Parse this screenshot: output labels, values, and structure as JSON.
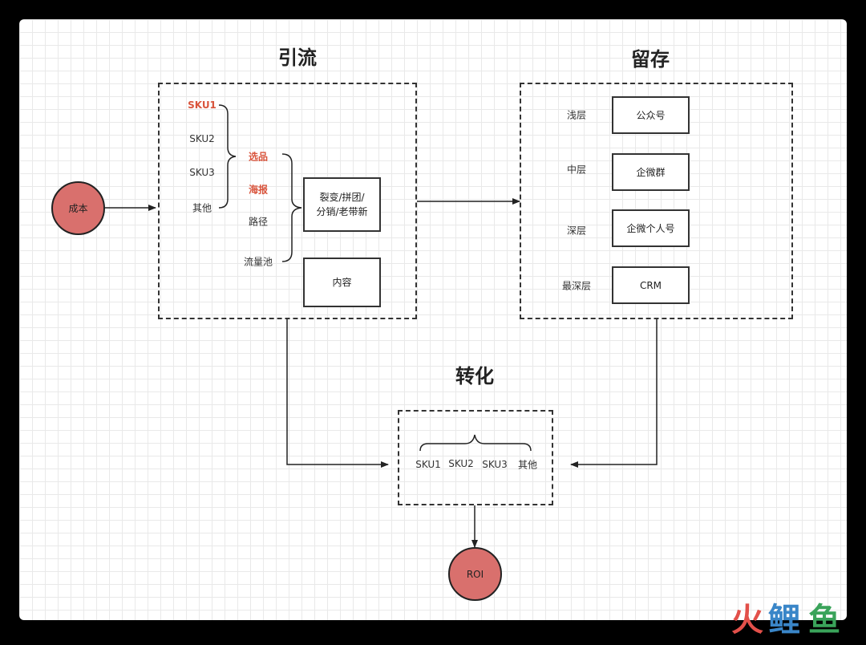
{
  "sections": {
    "yinliu": "引流",
    "liucun": "留存",
    "zhuanhua": "转化"
  },
  "cost_node": "成本",
  "roi_node": "ROI",
  "yinliu_box": {
    "skus": [
      "SKU1",
      "SKU2",
      "SKU3",
      "其他"
    ],
    "middle": [
      "选品",
      "海报",
      "路径",
      "流量池"
    ],
    "fission_box": "裂变/拼团/\n分销/老带新",
    "content_box": "内容"
  },
  "liucun_box": {
    "levels": [
      {
        "label": "浅层",
        "channel": "公众号"
      },
      {
        "label": "中层",
        "channel": "企微群"
      },
      {
        "label": "深层",
        "channel": "企微个人号"
      },
      {
        "label": "最深层",
        "channel": "CRM"
      }
    ]
  },
  "zhuanhua_box": {
    "items": [
      "SKU1",
      "SKU2",
      "SKU3",
      "其他"
    ]
  },
  "watermark": "火鲤鱼",
  "colors": {
    "highlight_text": "#d9553d",
    "node_fill": "#d9706d",
    "stroke": "#333333"
  }
}
